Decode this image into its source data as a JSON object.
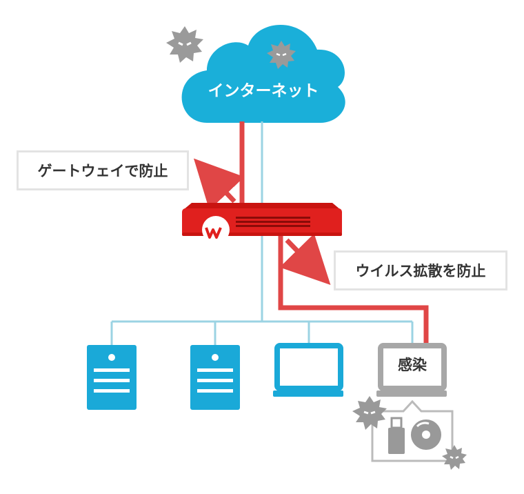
{
  "cloud": {
    "label": "インターネット"
  },
  "callouts": {
    "gateway": "ゲートウェイで防止",
    "spread": "ウイルス拡散を防止"
  },
  "infected_pc": {
    "label": "感染"
  },
  "colors": {
    "cloud": "#1aafd9",
    "line_safe": "#9bd3e3",
    "line_threat": "#e04646",
    "firewall": "#e0201e",
    "device_blue": "#1aa9d8",
    "device_gray": "#a7a7a7",
    "malware": "#999999"
  },
  "icons": [
    "malware-icon",
    "server-icon",
    "laptop-icon",
    "usb-drive-icon",
    "disc-icon",
    "watchguard-logo-icon"
  ]
}
